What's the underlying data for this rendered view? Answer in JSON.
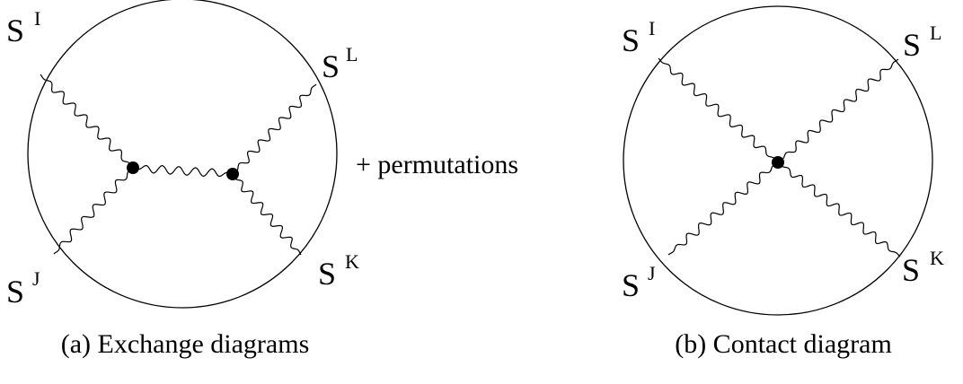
{
  "diagram_a": {
    "labels": {
      "I": "S",
      "I_sup": "I",
      "J": "S",
      "J_sup": "J",
      "K": "S",
      "K_sup": "K",
      "L": "S",
      "L_sup": "L"
    },
    "permutations": "+ permutations",
    "caption": "(a) Exchange diagrams"
  },
  "diagram_b": {
    "labels": {
      "I": "S",
      "I_sup": "I",
      "J": "S",
      "J_sup": "J",
      "K": "S",
      "K_sup": "K",
      "L": "S",
      "L_sup": "L"
    },
    "caption": "(b) Contact diagram"
  }
}
